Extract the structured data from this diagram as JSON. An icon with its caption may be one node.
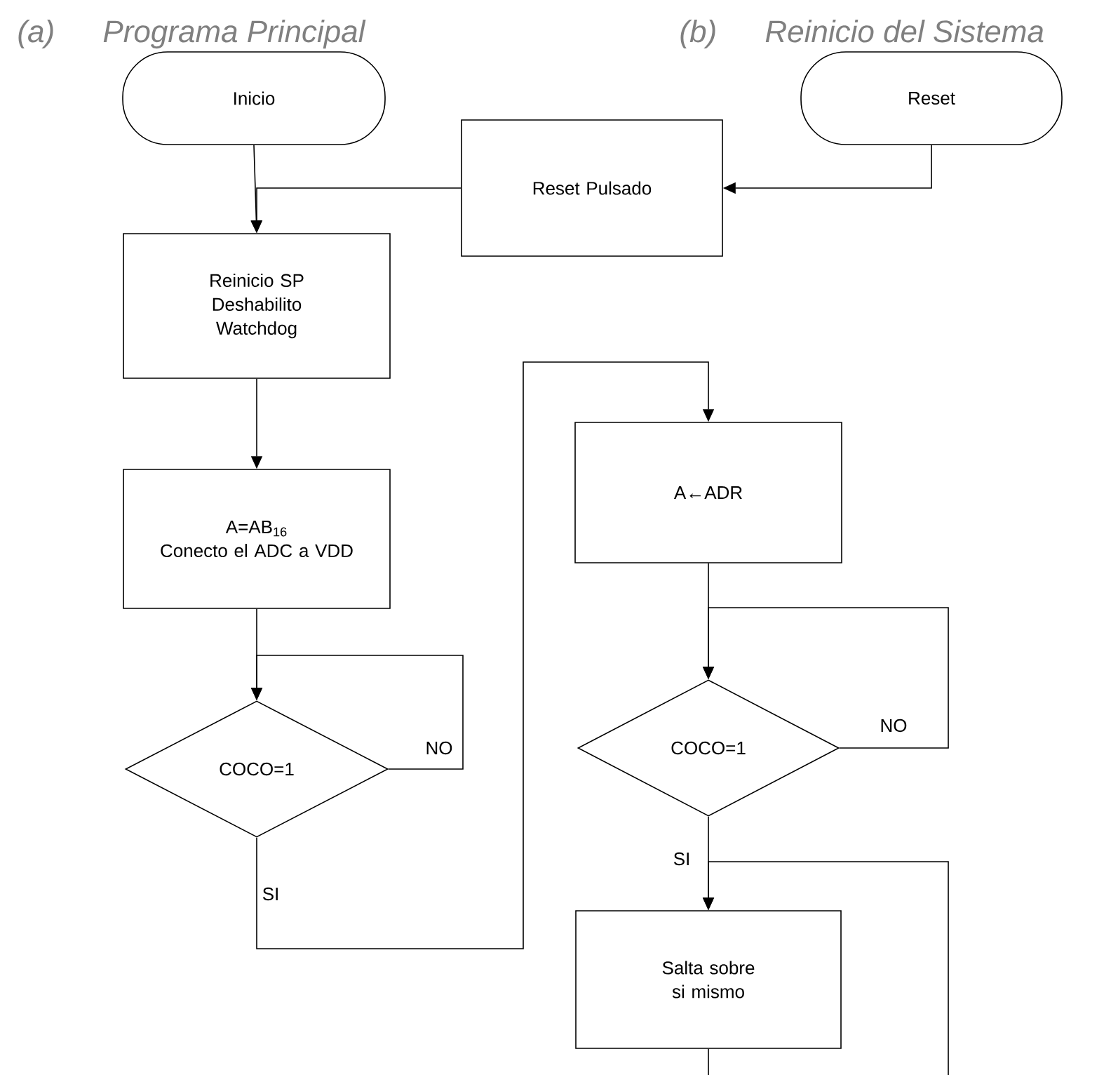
{
  "diagram": {
    "nodes": [
      {
        "text": [
          "Inicio"
        ]
      },
      {
        "text": [
          "Reset Pulsado"
        ]
      },
      {
        "text": [
          "Reset"
        ]
      },
      {
        "text": [
          "Reinicio SP Deshabilito Watchdog"
        ]
      },
      {
        "text": [
          "A=AB$_{16}$",
          "Conecto el ADC a VDD"
        ]
      },
      {
        "text": [
          "COCO=1"
        ]
      },
      {
        "text": [
          "A←ADR"
        ]
      },
      {
        "text": [
          "COCO=1"
        ]
      },
      {
        "text": [
          "Salta sobre si mismo"
        ]
      }
    ],
    "edges": [
      {
        "from": 0,
        "to": 3,
        "arrow": "to"
      },
      {
        "from": 2,
        "to": 1,
        "arrow": "to"
      },
      {
        "from": 1,
        "to": 3,
        "arrow": "to"
      },
      {
        "from": 3,
        "to": 4,
        "arrow": "to"
      },
      {
        "from": 4,
        "to": 5,
        "arrow": "to"
      },
      {
        "from": 5,
        "to": 5,
        "arrow": "to",
        "label": "NO"
      },
      {
        "from": 5,
        "to": 6,
        "arrow": "to",
        "label": "SI"
      },
      {
        "from": 6,
        "to": 7,
        "arrow": "to"
      },
      {
        "from": 7,
        "to": 7,
        "arrow": "to",
        "label": "NO"
      },
      {
        "from": 7,
        "to": 8,
        "arrow": "to",
        "label": "SI"
      },
      {
        "from": 8,
        "to": 8,
        "arrow": "to"
      }
    ],
    "labels": [
      "(a)",
      "Programa Principal",
      "(b)",
      "Reinicio del Sistema"
    ]
  }
}
